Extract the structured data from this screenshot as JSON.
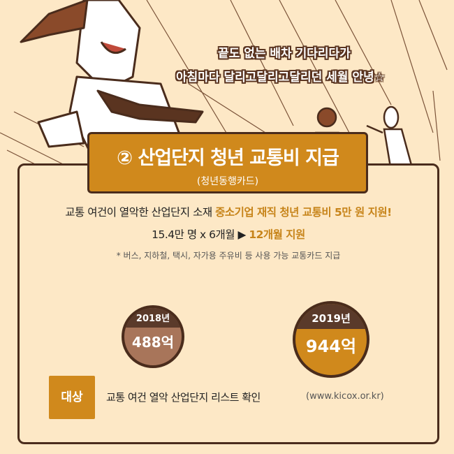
{
  "header": {
    "handwritten_line1": "끝도 없는 배차 기다리다가",
    "handwritten_line2": "아침마다 달리고달리고달리던 세월 안녕☆"
  },
  "title": {
    "main": "② 산업단지 청년 교통비 지급",
    "sub": "(청년동행카드)"
  },
  "body": {
    "line1_plain": "교통 여건이 열악한 산업단지 소재 ",
    "line1_highlight": "중소기업 재직 청년 교통비 5만 원 지원!",
    "line2_plain": "15.4만 명 x 6개월  ▶ ",
    "line2_highlight": "12개월 지원",
    "line3": "* 버스, 지하철, 택시, 자가용 주유비 등 사용 가능 교통카드 지급"
  },
  "budget": {
    "before": {
      "year": "2018년",
      "amount": "488억"
    },
    "after": {
      "year": "2019년",
      "amount": "944억"
    }
  },
  "target": {
    "badge": "대상",
    "text": "교통 여건 열악 산업단지 리스트 확인",
    "link": "(www.kicox.or.kr)"
  },
  "colors": {
    "accent": "#d0891c",
    "border": "#4a2c1c",
    "background": "#fde8c6"
  }
}
